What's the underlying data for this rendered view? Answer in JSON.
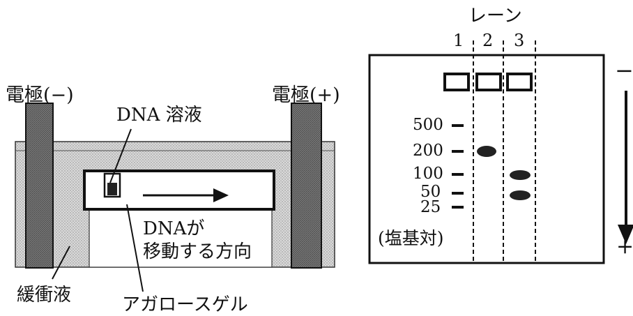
{
  "left_apparatus": {
    "electrode_negative": "電極(−)",
    "electrode_positive": "電極(+)",
    "dna_solution": "DNA 溶液",
    "direction_line1": "DNAが",
    "direction_line2": "移動する方向",
    "buffer": "緩衝液",
    "agarose_gel": "アガロースゲル"
  },
  "right_gel": {
    "lanes_title": "レーン",
    "lane_numbers": [
      "1",
      "2",
      "3"
    ],
    "ladder_labels": [
      "500",
      "200",
      "100",
      "50",
      "25"
    ],
    "unit": "(塩基対)",
    "polarity_top": "−",
    "polarity_bottom": "+"
  }
}
